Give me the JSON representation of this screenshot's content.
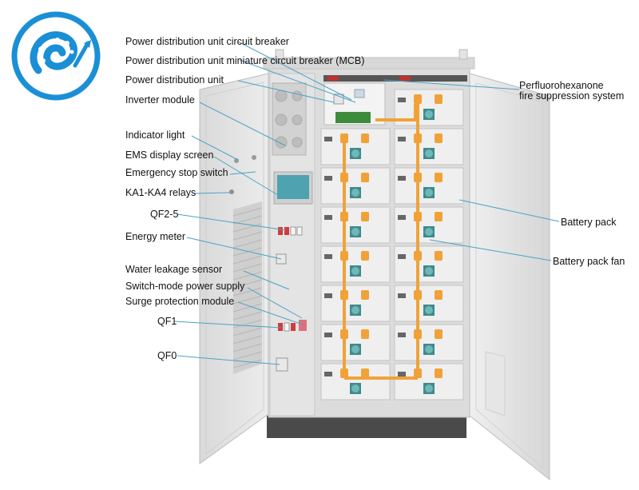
{
  "logo": {
    "icon": "swirl-logo-icon",
    "accent": "#1a8fd6"
  },
  "colors": {
    "leader": "#4aa3c4",
    "cabinet": "#e6e6e6",
    "frame": "#d0d0d0",
    "cable": "#f0a238",
    "fan": "#3f8a8c"
  },
  "labels_left": [
    "Power distribution unit circuit breaker",
    "Power distribution unit miniature circuit breaker (MCB)",
    "Power distribution unit",
    "Inverter module",
    "Indicator light",
    "EMS display screen",
    "Emergency stop switch",
    "KA1-KA4 relays",
    "QF2-5",
    "Energy meter",
    "Water leakage sensor",
    "Switch-mode power supply",
    "Surge protection module",
    "QF1",
    "QF0"
  ],
  "labels_right": {
    "suppression_line1": "Perfluorohexanone",
    "suppression_line2": "fire suppression system",
    "battery_pack": "Battery pack",
    "battery_pack_fan": "Battery pack fan"
  }
}
